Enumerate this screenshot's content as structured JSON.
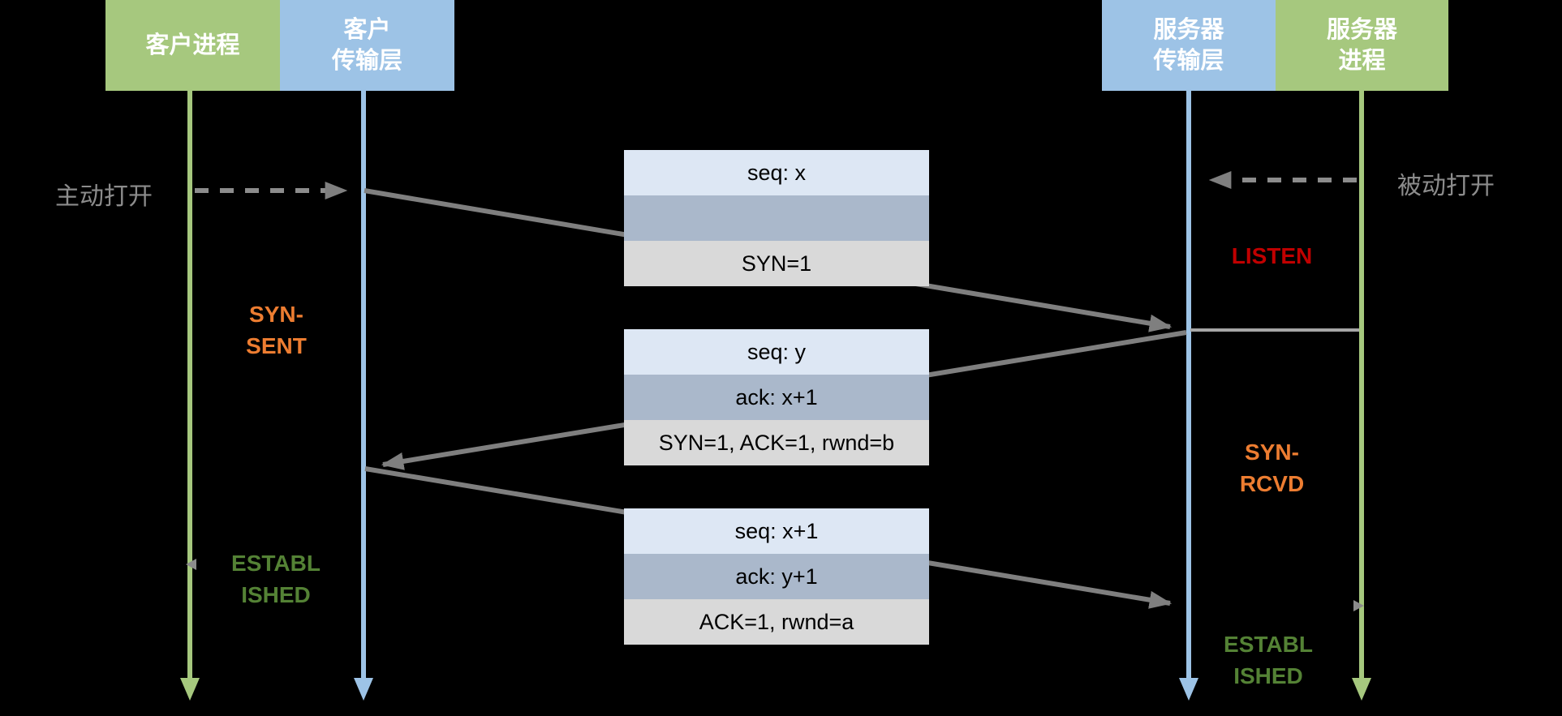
{
  "lanes": {
    "client_process": {
      "label": "客户进程"
    },
    "client_transport": {
      "label": "客户\n传输层"
    },
    "server_transport": {
      "label": "服务器\n传输层"
    },
    "server_process": {
      "label": "服务器\n进程"
    }
  },
  "annotations": {
    "active_open": "主动打开",
    "passive_open": "被动打开"
  },
  "states": {
    "syn_sent": "SYN-\nSENT",
    "listen": "LISTEN",
    "syn_rcvd": "SYN-\nRCVD",
    "established_client": "ESTABL\nISHED",
    "established_server": "ESTABL\nISHED"
  },
  "segments": [
    {
      "name": "syn",
      "rows": {
        "seq": "seq: x",
        "ack": "",
        "flags": "SYN=1"
      }
    },
    {
      "name": "syn-ack",
      "rows": {
        "seq": "seq: y",
        "ack": "ack: x+1",
        "flags": "SYN=1, ACK=1, rwnd=b"
      }
    },
    {
      "name": "ack",
      "rows": {
        "seq": "seq: x+1",
        "ack": "ack: y+1",
        "flags": "ACK=1, rwnd=a"
      }
    }
  ],
  "colors": {
    "process_lane_green": "#a6c87e",
    "transport_lane_blue": "#9dc3e6",
    "seq_row_light_blue": "#dde7f4",
    "ack_row_slate": "#aab8cb",
    "flags_row_gray": "#d9d9d9",
    "arrow_gray": "#7f7f7f",
    "connector_gray": "#a6a6a6",
    "annotation_gray": "#8c8c8c",
    "state_orange": "#ed7d31",
    "state_red": "#c00000",
    "state_green": "#548235",
    "header_text_white": "#ffffff",
    "background": "#000000"
  }
}
